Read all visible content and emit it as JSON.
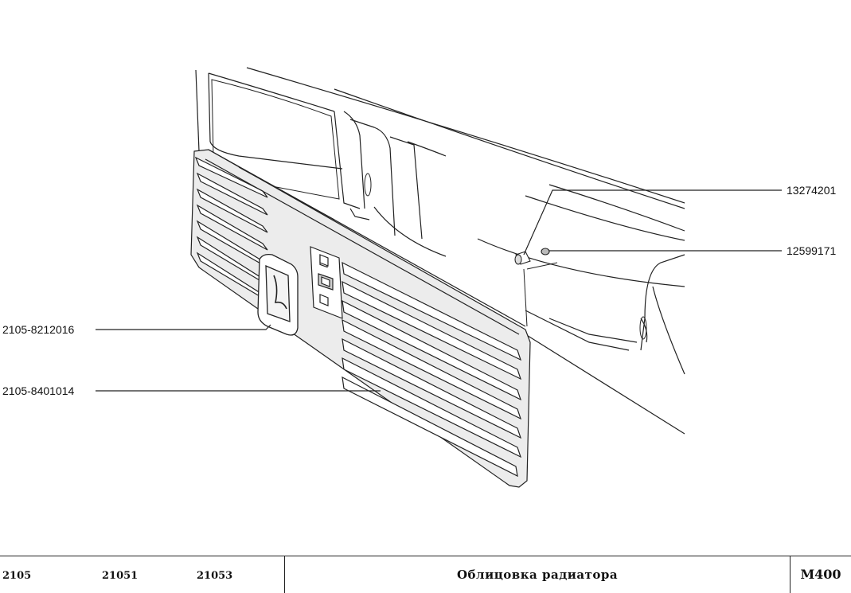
{
  "callouts": {
    "cap_nut": "13274201",
    "clip": "12599171",
    "emblem": "2105-8212016",
    "grille": "2105-8401014"
  },
  "footer": {
    "models": [
      "2105",
      "21051",
      "21053"
    ],
    "title": "Облицовка радиатора",
    "code": "M400"
  },
  "colors": {
    "line": "#222222",
    "grille_fill": "#e9e9e9",
    "background": "#ffffff"
  }
}
